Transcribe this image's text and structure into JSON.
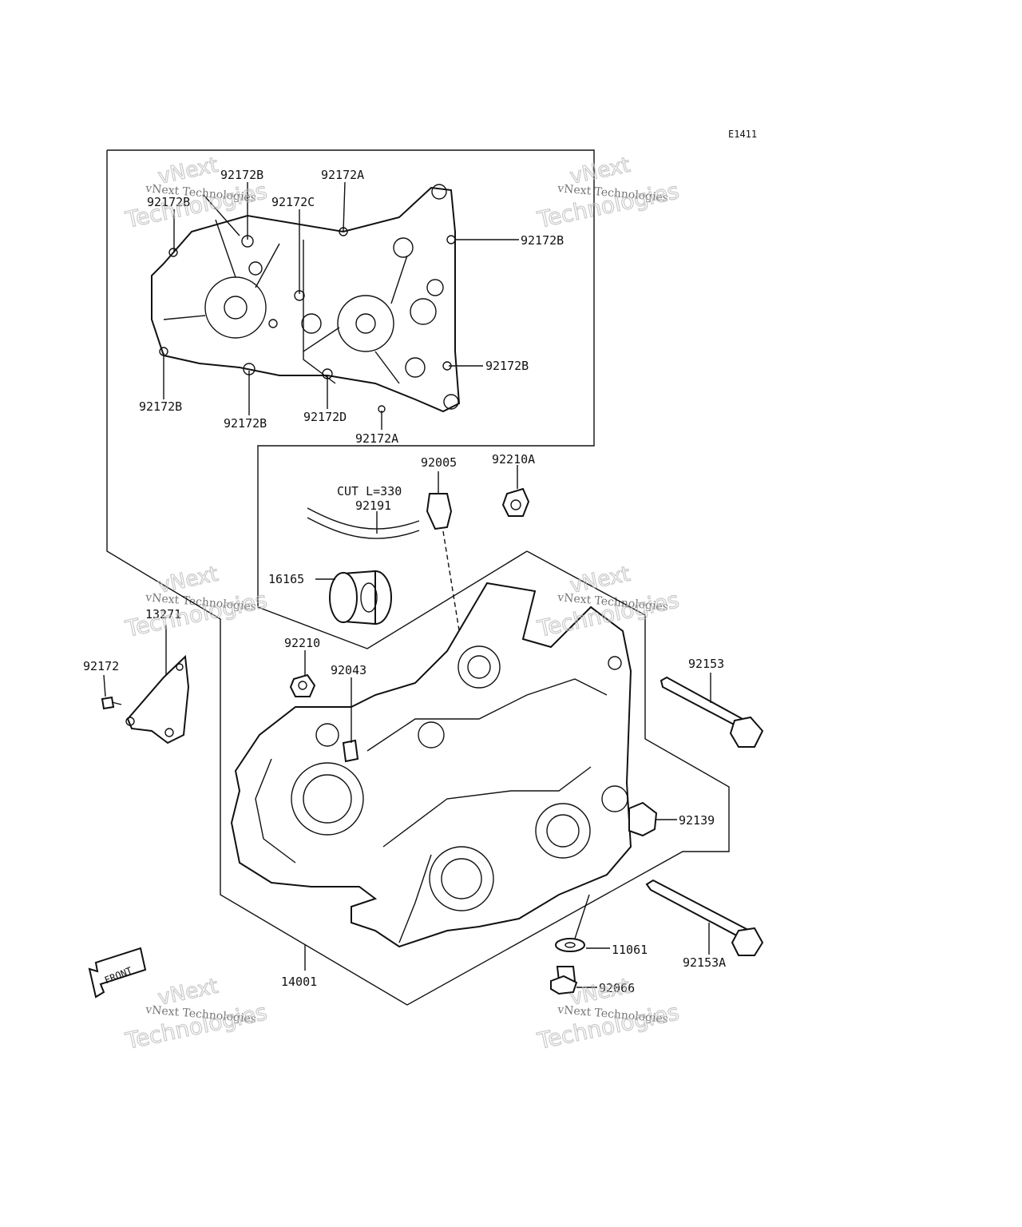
{
  "diagram_code": "E1411",
  "watermark": {
    "line1": "vNext Technologies",
    "line2": "vNext",
    "line3": "Technologies"
  },
  "front_label": "FRONT",
  "callouts": {
    "c92172B_top1": "92172B",
    "c92172B_top2": "92172B",
    "c92172A_top": "92172A",
    "c92172C": "92172C",
    "c92172B_right1": "92172B",
    "c92172B_right2": "92172B",
    "c92172B_left": "92172B",
    "c92172B_bottom": "92172B",
    "c92172D": "92172D",
    "c92172A_bottom": "92172A",
    "c92005": "92005",
    "c92210A": "92210A",
    "c_cut": "CUT L=330",
    "c92191": "92191",
    "c16165": "16165",
    "c13271": "13271",
    "c92172": "92172",
    "c92210": "92210",
    "c92043": "92043",
    "c92153": "92153",
    "c92139": "92139",
    "c11061": "11061",
    "c92153A": "92153A",
    "c14001": "14001",
    "c92066": "92066"
  }
}
